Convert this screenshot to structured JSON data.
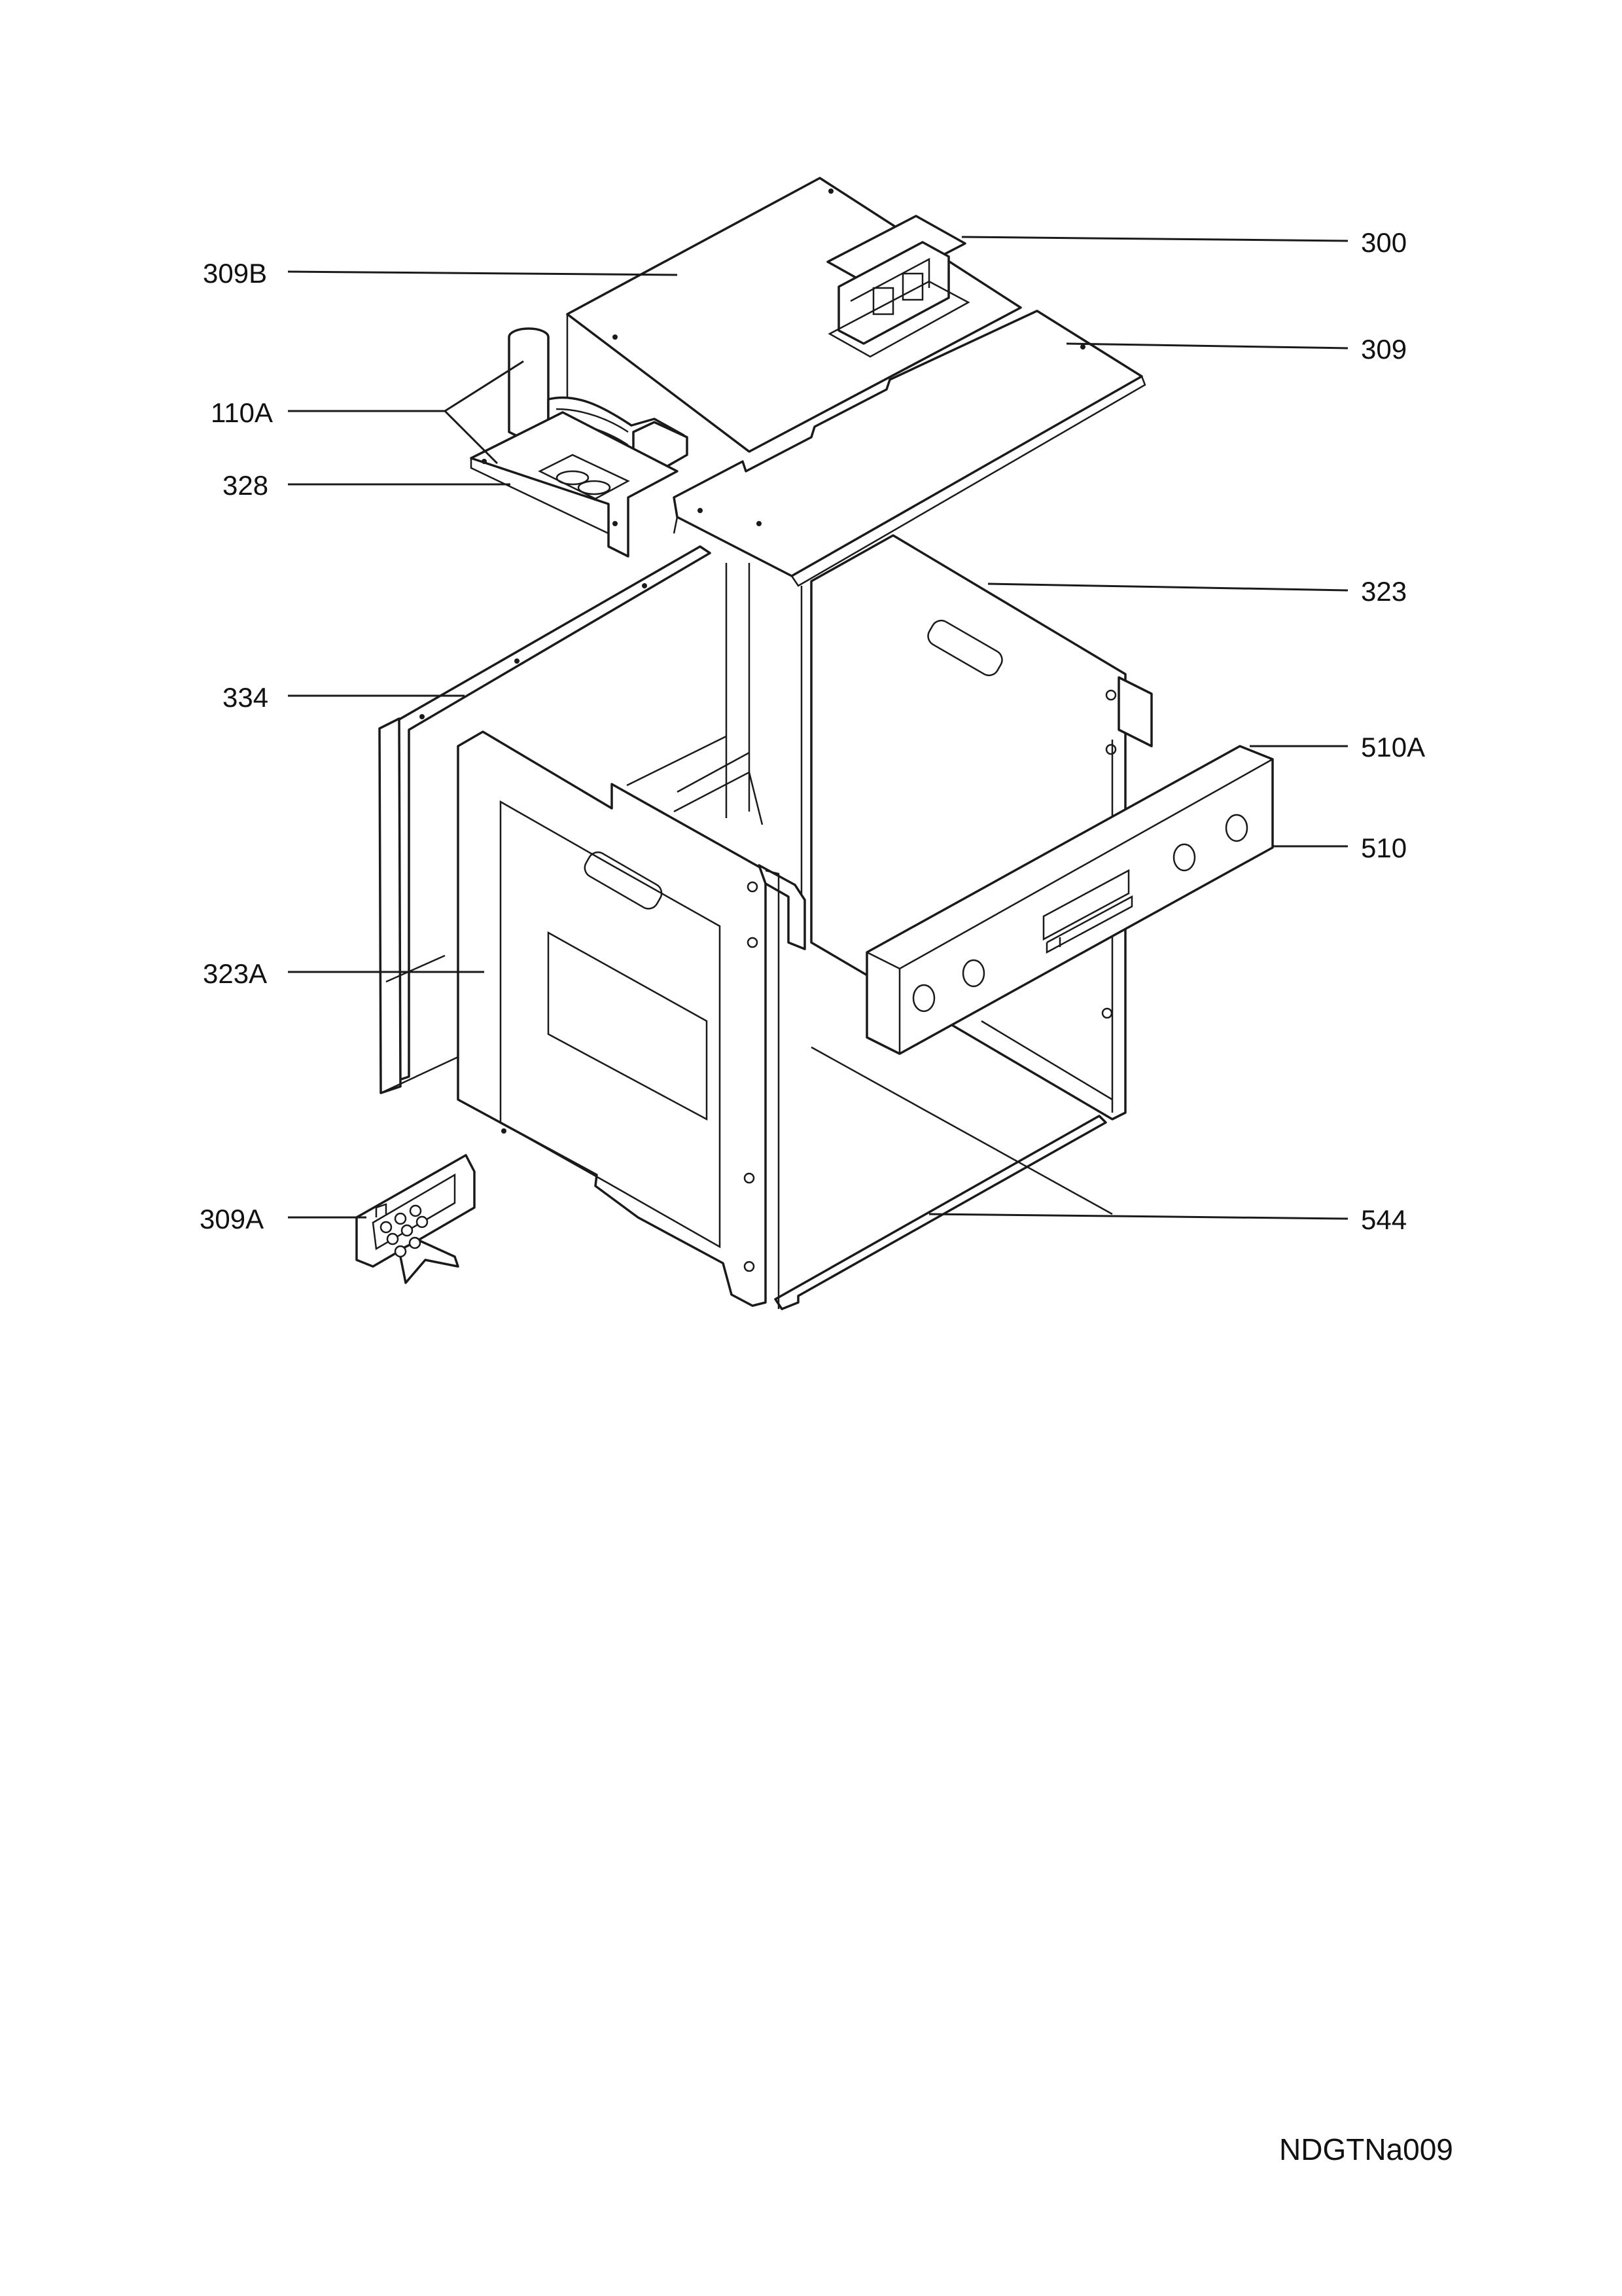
{
  "labels": {
    "l300": "300",
    "l309B": "309B",
    "l309": "309",
    "l110A": "110A",
    "l328": "328",
    "l323": "323",
    "l334": "334",
    "l510A": "510A",
    "l510": "510",
    "l323A": "323A",
    "l309A": "309A",
    "l544": "544"
  },
  "drawing_code": "NDGTNa009"
}
